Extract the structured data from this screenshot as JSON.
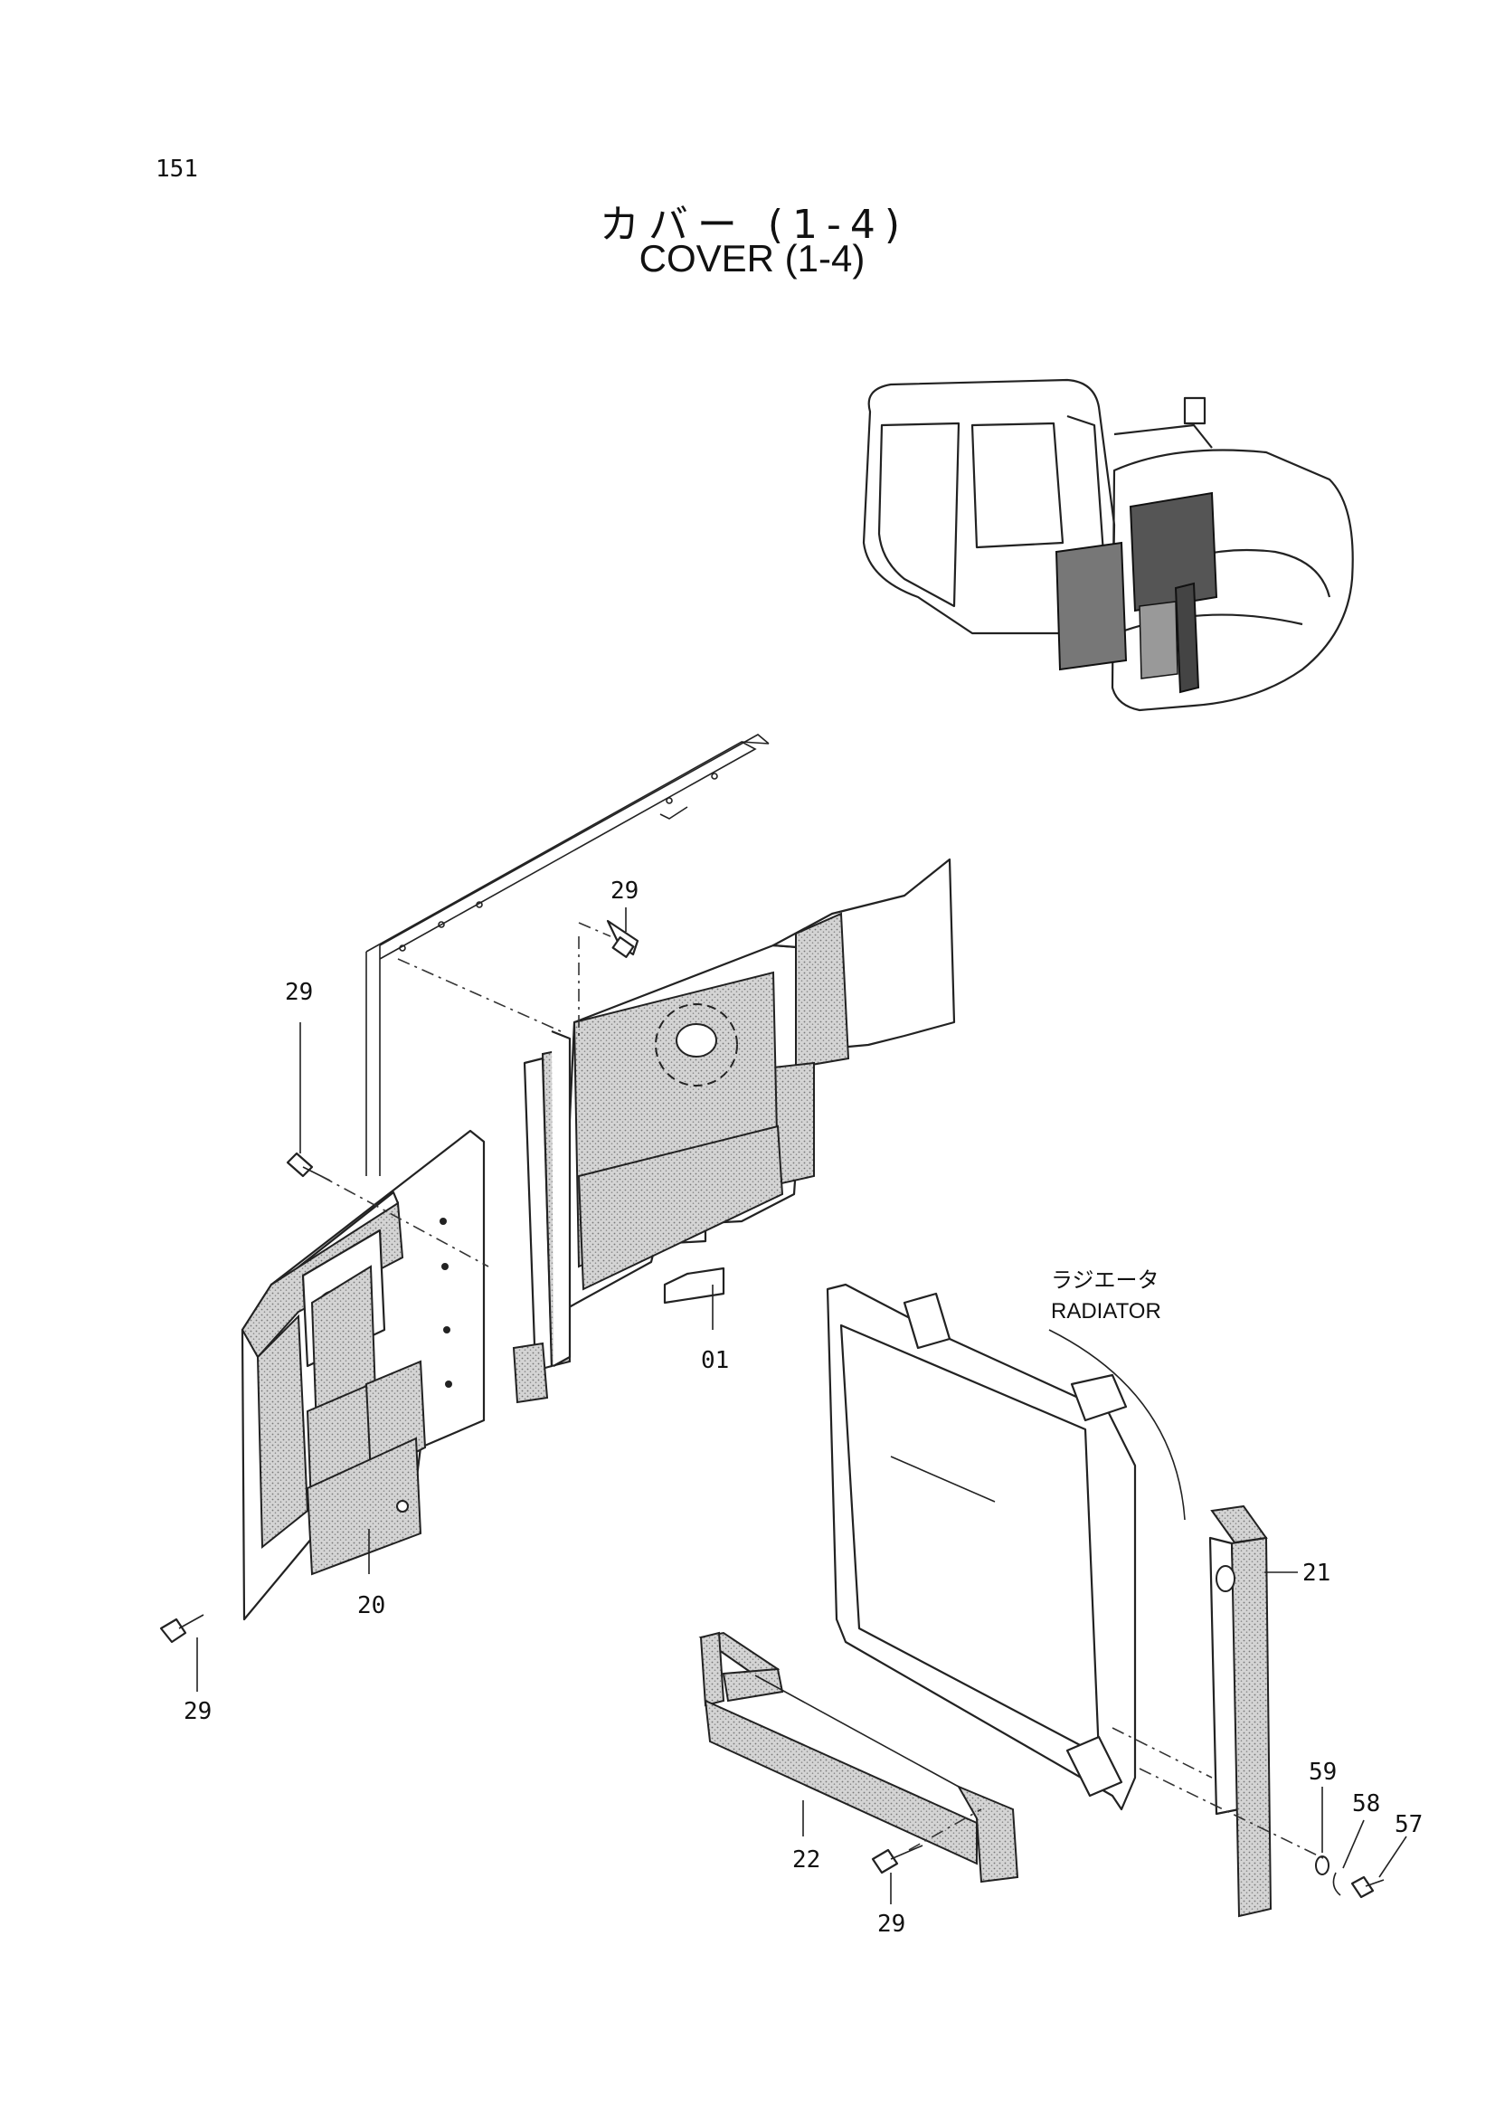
{
  "page_number": "151",
  "title_ja": "カバー (1-4)",
  "title_en": "COVER (1-4)",
  "radiator_label_ja": "ラジエータ",
  "radiator_label_en": "RADIATOR",
  "callouts": {
    "c29_top": "29",
    "c29_left": "29",
    "c29_bottom_left": "29",
    "c29_bottom": "29",
    "c01": "01",
    "c20": "20",
    "c21": "21",
    "c22": "22",
    "c57": "57",
    "c58": "58",
    "c59": "59"
  },
  "colors": {
    "line": "#222222",
    "shade": "#bdbdbd",
    "paper": "#ffffff"
  }
}
